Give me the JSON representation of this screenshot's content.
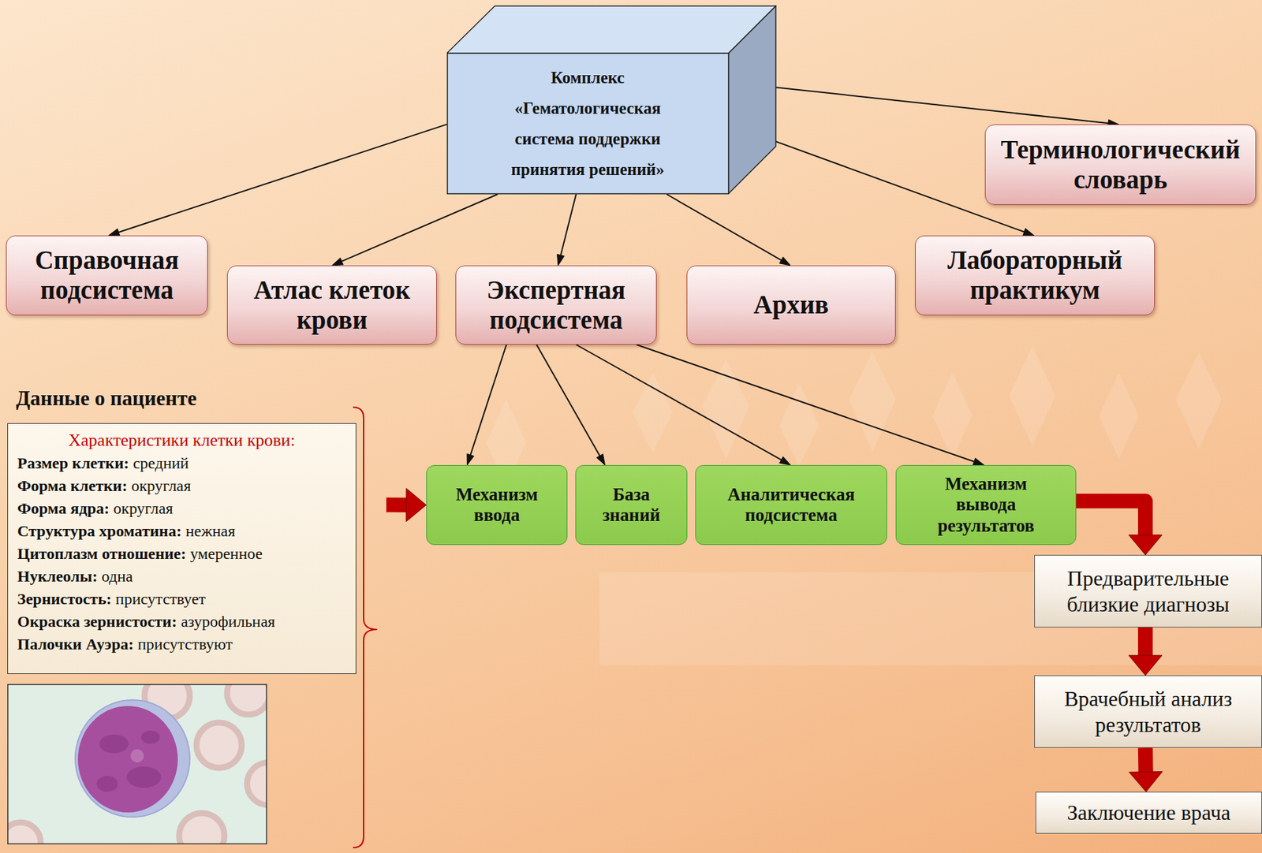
{
  "diagram": {
    "nodes": [
      {
        "text": [
          "Комплекс «Гематологическая система поддержки принятия решений»"
        ]
      },
      {
        "text": [
          "Терминологический словарь"
        ]
      },
      {
        "text": [
          "Справочная подсистема"
        ]
      },
      {
        "text": [
          "Атлас клеток крови"
        ]
      },
      {
        "text": [
          "Экспертная подсистема"
        ]
      },
      {
        "text": [
          "Архив"
        ]
      },
      {
        "text": [
          "Лабораторный практикум"
        ]
      },
      {
        "text": [
          "Данные о пациенте",
          "Характеристики клетки крови:",
          "Размер клетки: средний",
          "Форма клетки: округлая",
          "Форма ядра: округлая",
          "Структура хроматина: нежная",
          "Цитоплазм отношение: умеренное",
          "Нуклеолы: одна",
          "Зернистость: присутствует",
          "Окраска зернистости: азурофильная",
          "Палочки Ауэра: присутствуют"
        ]
      },
      {
        "text": [
          "Механизм ввода"
        ]
      },
      {
        "text": [
          "База знаний"
        ]
      },
      {
        "text": [
          "Аналитическая подсистема"
        ]
      },
      {
        "text": [
          "Механизм вывода результатов"
        ]
      },
      {
        "text": [
          "Предварительные близкие диагнозы"
        ]
      },
      {
        "text": [
          "Врачебный анализ результатов"
        ]
      },
      {
        "text": [
          "Заключение врача"
        ]
      }
    ],
    "edges": [
      {
        "from": 0,
        "to": 1,
        "arrow": "to"
      },
      {
        "from": 0,
        "to": 2,
        "arrow": "to"
      },
      {
        "from": 0,
        "to": 3,
        "arrow": "to"
      },
      {
        "from": 0,
        "to": 4,
        "arrow": "to"
      },
      {
        "from": 0,
        "to": 5,
        "arrow": "to"
      },
      {
        "from": 0,
        "to": 6,
        "arrow": "to"
      },
      {
        "from": 4,
        "to": 8,
        "arrow": "to"
      },
      {
        "from": 4,
        "to": 9,
        "arrow": "to"
      },
      {
        "from": 4,
        "to": 10,
        "arrow": "to"
      },
      {
        "from": 4,
        "to": 11,
        "arrow": "to"
      },
      {
        "from": 7,
        "to": 8,
        "arrow": "to"
      },
      {
        "from": 11,
        "to": 12,
        "arrow": "to"
      },
      {
        "from": 12,
        "to": 13,
        "arrow": "to"
      },
      {
        "from": 13,
        "to": 14,
        "arrow": "to"
      }
    ]
  }
}
